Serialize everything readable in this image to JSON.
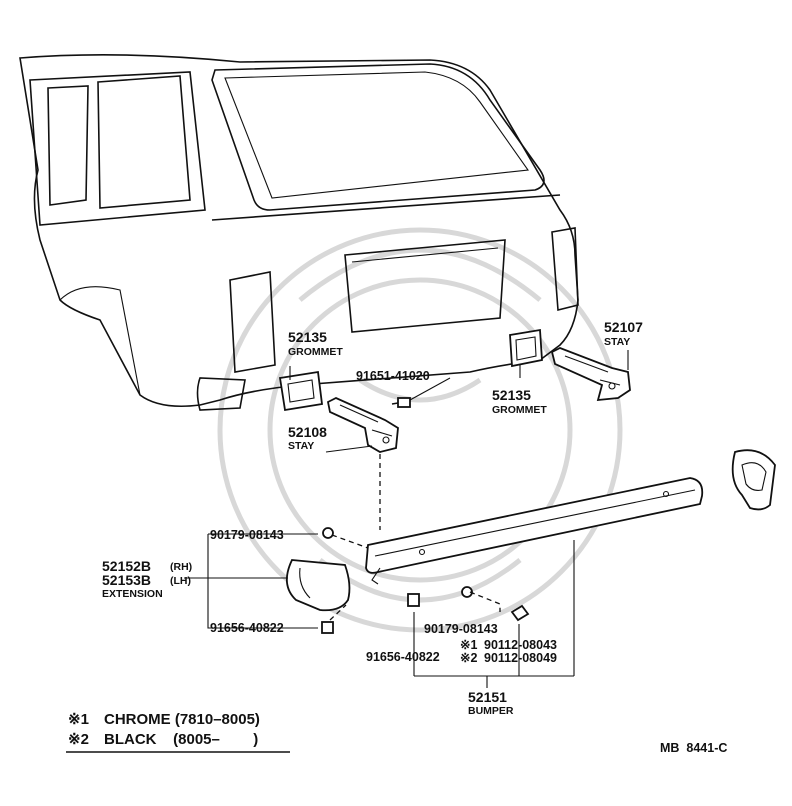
{
  "parts": {
    "grommet_lh": {
      "number": "52135",
      "name": "GROMMET"
    },
    "stay_rh": {
      "number": "52107",
      "name": "STAY"
    },
    "bolt_top": {
      "number": "91651-41020"
    },
    "grommet_rh": {
      "number": "52135",
      "name": "GROMMET"
    },
    "stay_lh": {
      "number": "52108",
      "name": "STAY"
    },
    "nut_ext": {
      "number": "90179-08143"
    },
    "extension": {
      "number_rh": "52152B",
      "tag_rh": "(RH)",
      "number_lh": "52153B",
      "tag_lh": "(LH)",
      "name": "EXTENSION"
    },
    "bolt_ext": {
      "number": "91656-40822"
    },
    "nut_bumper": {
      "number": "90179-08143"
    },
    "bolt_chrome": {
      "mark": "※1",
      "number": "90112-08043"
    },
    "bolt_bumper": {
      "number": "91656-40822"
    },
    "bolt_black": {
      "mark": "※2",
      "number": "90112-08049"
    },
    "bumper": {
      "number": "52151",
      "name": "BUMPER"
    }
  },
  "notes": [
    {
      "mark": "※1",
      "text": "CHROME (7810–8005)"
    },
    {
      "mark": "※2",
      "text": "BLACK    (8005–        )"
    }
  ],
  "diagram_code": "MB  8441-C"
}
